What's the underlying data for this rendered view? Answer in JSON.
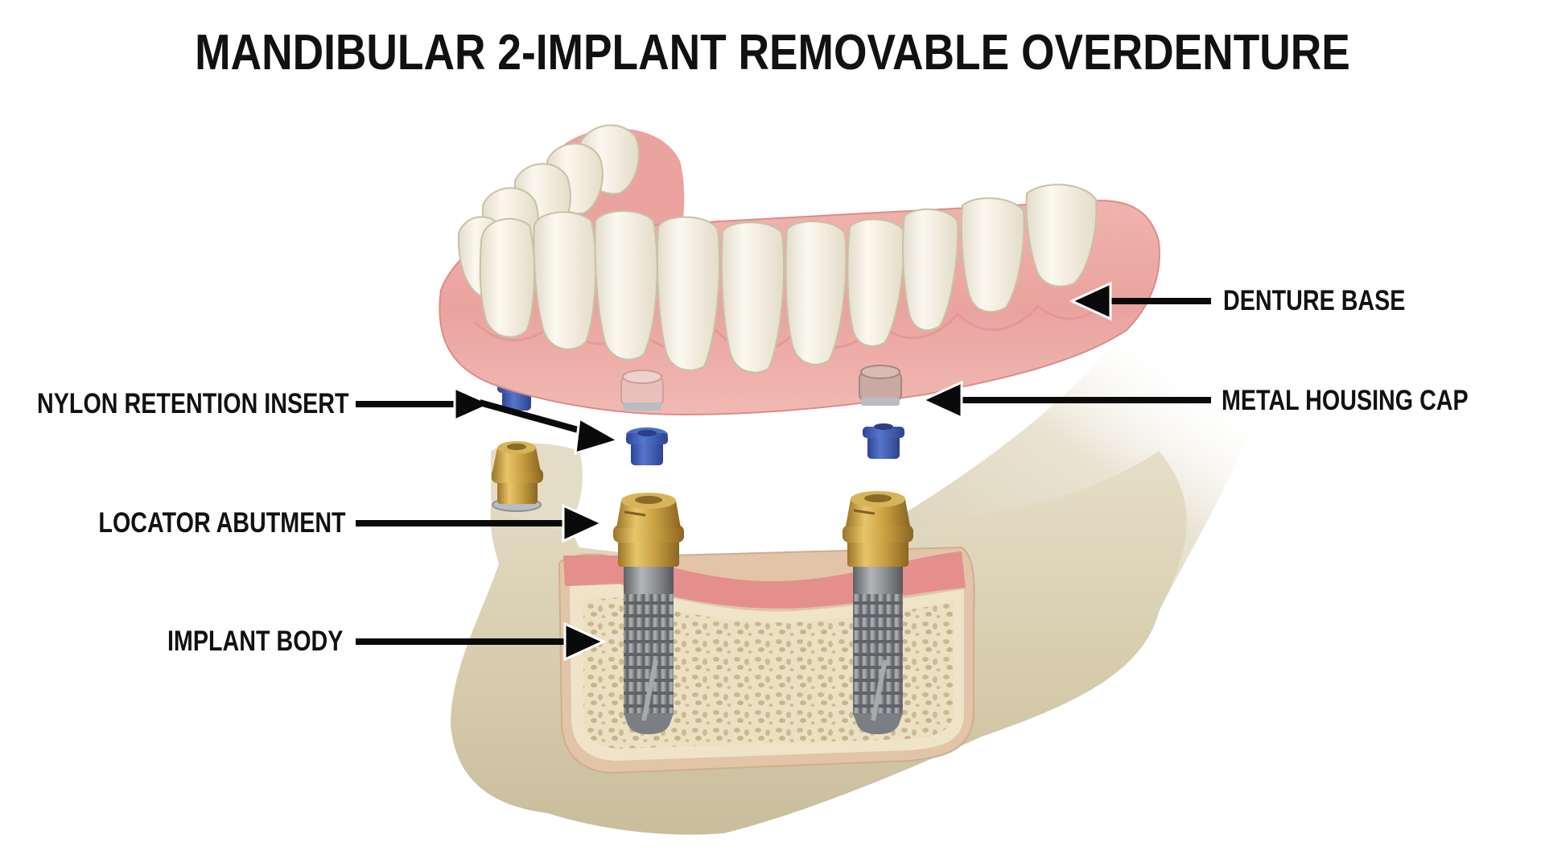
{
  "title": "MANDIBULAR 2-IMPLANT REMOVABLE OVERDENTURE",
  "labels": {
    "nylon_retention_insert": "NYLON RETENTION INSERT",
    "locator_abutment": "LOCATOR ABUTMENT",
    "implant_body": "IMPLANT BODY",
    "denture_base": "DENTURE BASE",
    "metal_housing_cap": "METAL HOUSING CAP"
  },
  "colors": {
    "background": "#ffffff",
    "text": "#111111",
    "arrow": "#0a0a0a",
    "denture_gum": "#eba6a2",
    "teeth": "#f2ecdc",
    "bone": "#ddd3b8",
    "cancellous_bone": "#e8dcbc",
    "gingiva_section": "#e58f8c",
    "abutment_gold": "#c9a042",
    "nylon_insert_blue": "#3f5fb8",
    "implant_titanium": "#8d8f93"
  }
}
